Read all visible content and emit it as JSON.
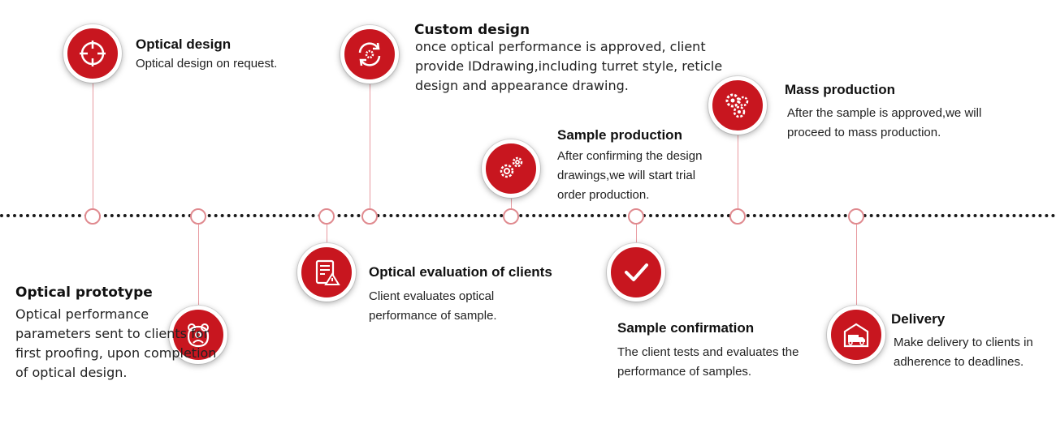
{
  "steps": {
    "optical_design": {
      "title": "Optical design",
      "desc": "Optical design on request."
    },
    "optical_prototype": {
      "title": "Optical prototype",
      "desc": "Optical performance parameters sent to clients for first proofing, upon completion of optical design."
    },
    "optical_evaluation": {
      "title": "Optical evaluation of clients",
      "desc": "Client evaluates optical performance of sample."
    },
    "custom_design": {
      "title": "Custom design",
      "desc": "once optical performance is approved, client provide IDdrawing,including turret style, reticle design and appearance drawing."
    },
    "sample_production": {
      "title": "Sample production",
      "desc": "After confirming the design drawings,we will start trial order production."
    },
    "sample_confirmation": {
      "title": "Sample confirmation",
      "desc": "The client tests and evaluates the performance of samples."
    },
    "mass_production": {
      "title": "Mass production",
      "desc": "After the sample is approved,we will proceed to mass production."
    },
    "delivery": {
      "title": "Delivery",
      "desc": "Make delivery to clients in adherence to deadlines."
    }
  },
  "icons": [
    "crosshair-icon",
    "bear-icon",
    "report-warning-icon",
    "gear-refresh-icon",
    "gears-icon",
    "checkmark-icon",
    "gears-cluster-icon",
    "truck-warehouse-icon"
  ],
  "colors": {
    "accent": "#c8161f",
    "connector": "#e89aa0",
    "timeline": "#1a1a1a"
  }
}
